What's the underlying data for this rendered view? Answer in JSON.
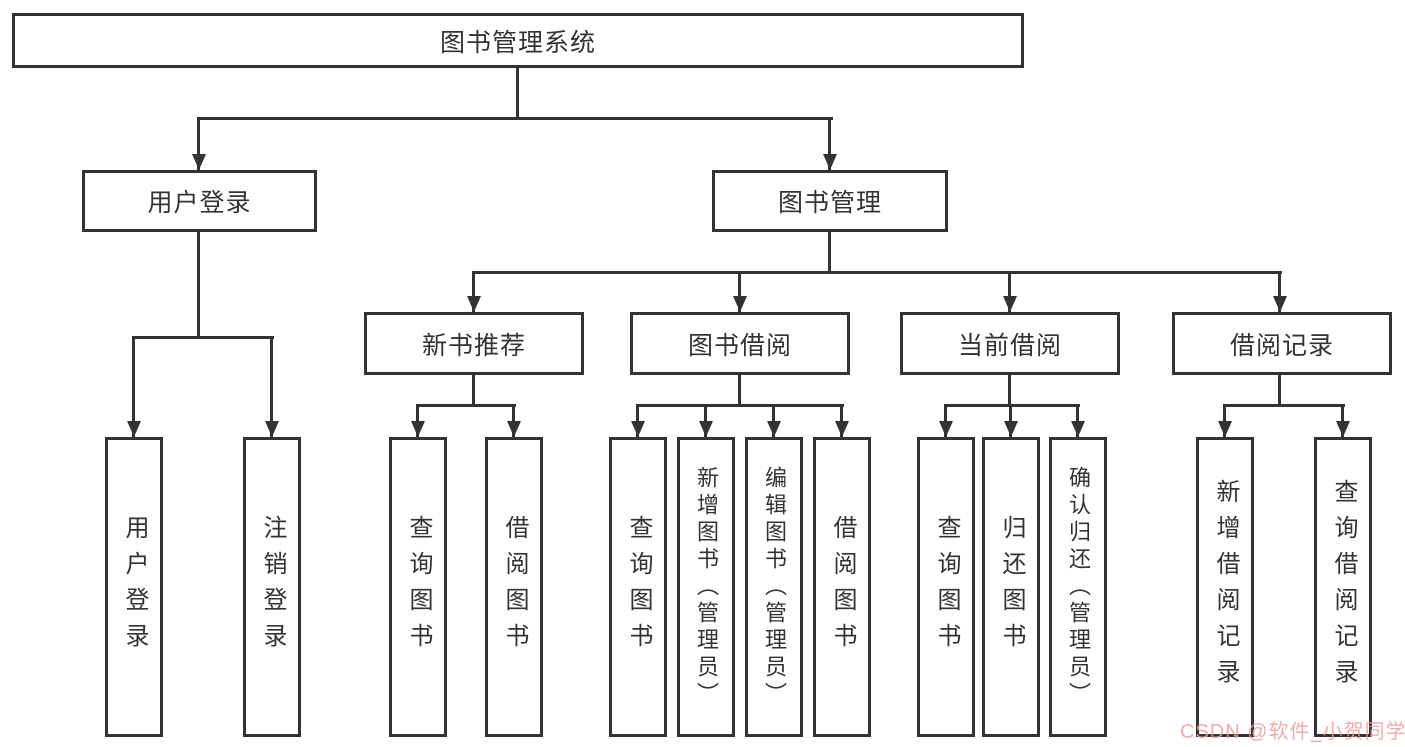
{
  "colors": {
    "line": "#333333",
    "watermark": "#ED9E9E"
  },
  "tree": {
    "root": {
      "label": "图书管理系统"
    },
    "children": [
      {
        "label": "用户登录",
        "children": [
          {
            "label": "用户登录"
          },
          {
            "label": "注销登录"
          }
        ]
      },
      {
        "label": "图书管理",
        "children": [
          {
            "label": "新书推荐",
            "children": [
              {
                "label": "查询图书"
              },
              {
                "label": "借阅图书"
              }
            ]
          },
          {
            "label": "图书借阅",
            "children": [
              {
                "label": "查询图书"
              },
              {
                "label": "新增图书（管理员）"
              },
              {
                "label": "编辑图书（管理员）"
              },
              {
                "label": "借阅图书"
              }
            ]
          },
          {
            "label": "当前借阅",
            "children": [
              {
                "label": "查询图书"
              },
              {
                "label": "归还图书"
              },
              {
                "label": "确认归还（管理员）"
              }
            ]
          },
          {
            "label": "借阅记录",
            "children": [
              {
                "label": "新增借阅记录"
              },
              {
                "label": "查询借阅记录"
              }
            ]
          }
        ]
      }
    ]
  },
  "watermark": {
    "text": "CSDN @软件_小贺同学"
  }
}
